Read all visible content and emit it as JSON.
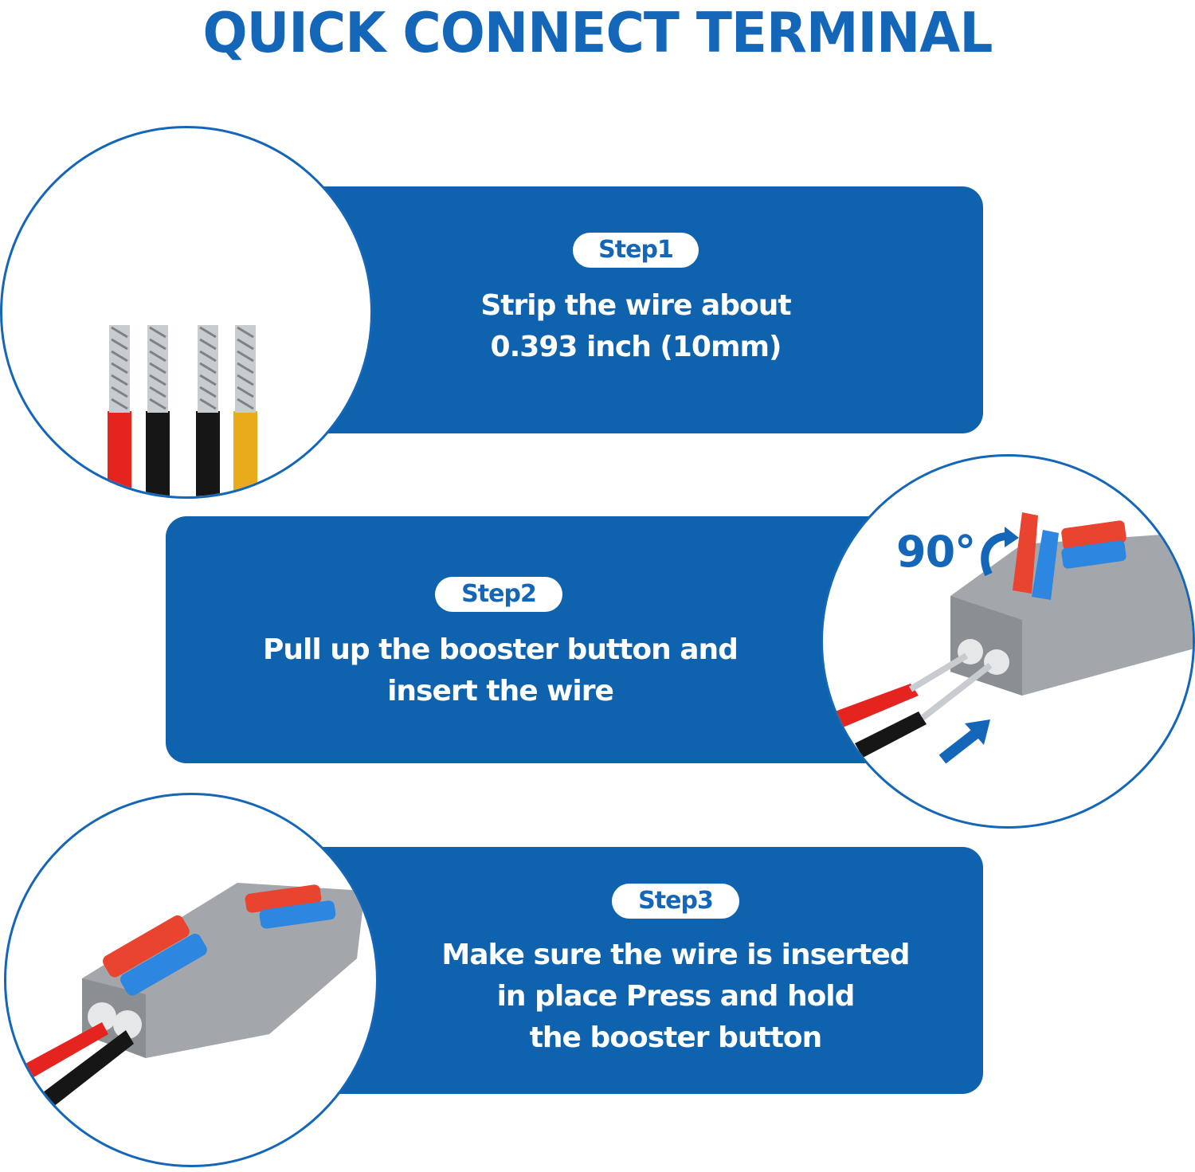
{
  "title": "QUICK CONNECT TERMINAL",
  "colors": {
    "brand_blue": "#1466b8",
    "panel_blue": "#0f62ad",
    "wire_red": "#e52420",
    "wire_black": "#161616",
    "wire_yellow": "#e8ab1c",
    "lever_blue": "#2d86e0",
    "body_gray": "#a3a6aa"
  },
  "steps": [
    {
      "label": "Step1",
      "lines": [
        "Strip the wire about",
        "0.393 inch (10mm)"
      ]
    },
    {
      "label": "Step2",
      "lines": [
        "Pull up the booster button and",
        "insert the wire"
      ]
    },
    {
      "label": "Step3",
      "lines": [
        "Make sure the wire is inserted",
        "in place Press and hold",
        "the booster button"
      ]
    }
  ],
  "step2_image": {
    "angle_label": "90°"
  }
}
